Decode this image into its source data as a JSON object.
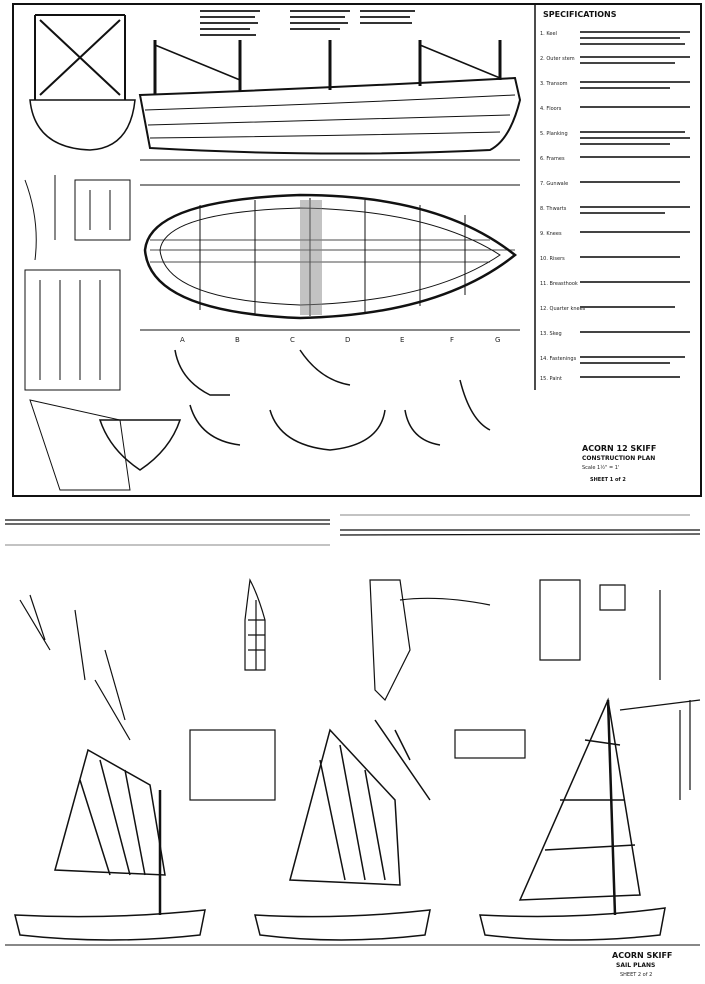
{
  "sheet1": {
    "title": "ACORN 12 SKIFF",
    "subtitle": "CONSTRUCTION PLAN",
    "scale": "Scale 1½\" = 1'",
    "sheet": "SHEET 1 of 2"
  },
  "specifications": {
    "heading": "SPECIFICATIONS",
    "items": [
      "1. Keel",
      "2. Outer stem",
      "3. Transom",
      "4. Floors",
      "5. Planking",
      "6. Frames",
      "7. Gunwale",
      "8. Thwarts",
      "9. Knees",
      "10. Risers",
      "11. Breasthook",
      "12. Quarter knees",
      "13. Skeg",
      "14. Fastenings",
      "15. Paint"
    ]
  },
  "sheet2": {
    "title": "ACORN SKIFF",
    "subtitle": "SAIL PLANS",
    "sheet": "SHEET 2 of 2"
  },
  "stations": [
    "A",
    "B",
    "C",
    "D",
    "E",
    "F",
    "G"
  ]
}
